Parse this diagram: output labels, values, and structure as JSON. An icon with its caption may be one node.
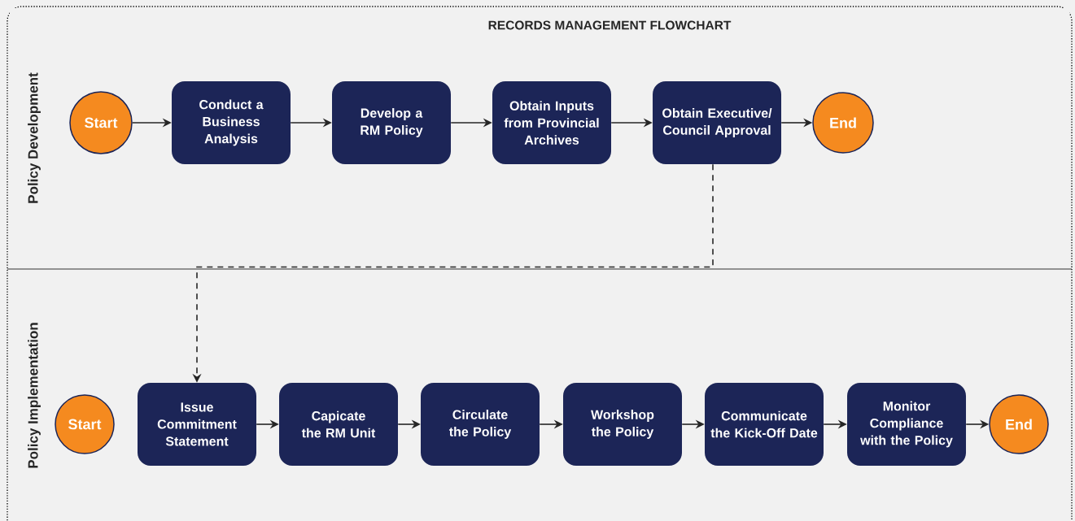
{
  "diagram": {
    "title": "RECORDS MANAGEMENT FLOWCHART",
    "nodes": [
      {
        "text": [
          "Policy Development"
        ]
      },
      {
        "text": [
          "Policy Implementation"
        ]
      },
      {
        "text": [
          "Start"
        ],
        "in": 0
      },
      {
        "text": [
          "Conduct a Business Analysis"
        ],
        "in": 0
      },
      {
        "text": [
          "Develop a RM Policy"
        ],
        "in": 0
      },
      {
        "text": [
          "Obtain Inputs from Provincial Archives"
        ],
        "in": 0
      },
      {
        "text": [
          "Obtain Executive/ Council Approval"
        ],
        "in": 0
      },
      {
        "text": [
          "End"
        ],
        "in": 0
      },
      {
        "text": [
          "Start"
        ],
        "in": 1
      },
      {
        "text": [
          "Issue Commitment Statement"
        ],
        "in": 1
      },
      {
        "text": [
          "Capicate the RM Unit"
        ],
        "in": 1
      },
      {
        "text": [
          "Circulate the Policy"
        ],
        "in": 1
      },
      {
        "text": [
          "Workshop the Policy"
        ],
        "in": 1
      },
      {
        "text": [
          "Communicate the Kick-Off Date"
        ],
        "in": 1
      },
      {
        "text": [
          "Monitor Compliance with the Policy"
        ],
        "in": 1
      },
      {
        "text": [
          "End"
        ],
        "in": 1
      }
    ],
    "edges": [
      {
        "from": 2,
        "to": 3,
        "arrow": "to"
      },
      {
        "from": 3,
        "to": 4,
        "arrow": "to"
      },
      {
        "from": 4,
        "to": 5,
        "arrow": "to"
      },
      {
        "from": 5,
        "to": 6,
        "arrow": "to"
      },
      {
        "from": 6,
        "to": 7,
        "arrow": "to"
      },
      {
        "from": 6,
        "to": 9,
        "arrow": "to",
        "style": "dashed"
      },
      {
        "from": 9,
        "to": 10,
        "arrow": "to"
      },
      {
        "from": 10,
        "to": 11,
        "arrow": "to"
      },
      {
        "from": 11,
        "to": 12,
        "arrow": "to"
      },
      {
        "from": 12,
        "to": 13,
        "arrow": "to"
      },
      {
        "from": 13,
        "to": 14,
        "arrow": "to"
      },
      {
        "from": 14,
        "to": 15,
        "arrow": "to"
      }
    ]
  }
}
